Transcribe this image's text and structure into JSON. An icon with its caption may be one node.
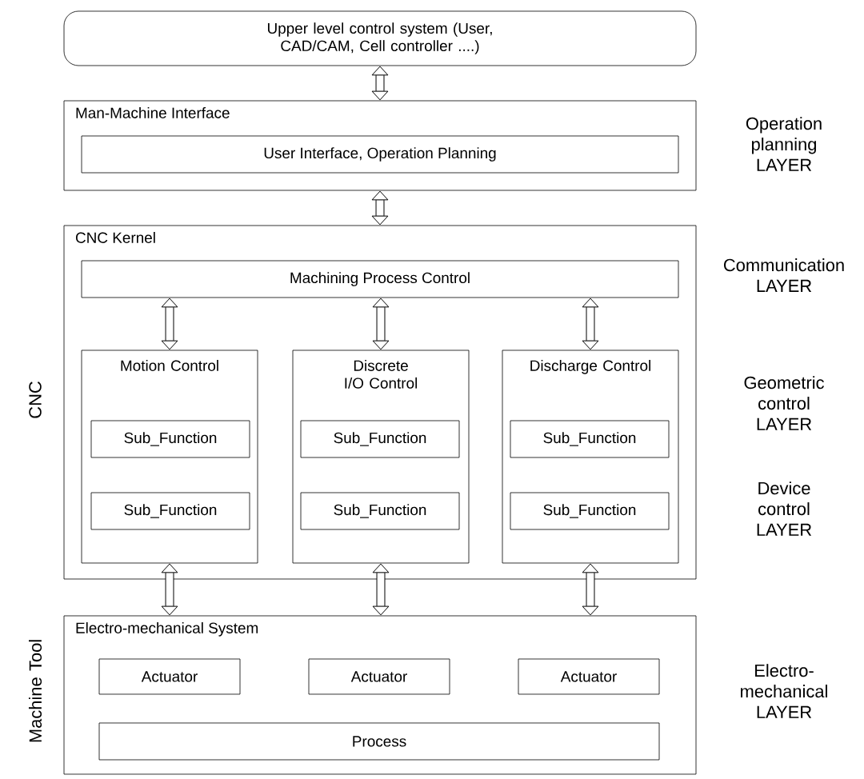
{
  "diagram": {
    "nodes": [
      {
        "text": [
          "Upper level control system (User, CAD/CAM, Cell controller ....)"
        ]
      },
      {
        "text": [
          "Man-Machine Interface"
        ]
      },
      {
        "text": [
          "User Interface, Operation Planning"
        ],
        "in": 1
      },
      {
        "text": [
          "CNC Kernel"
        ]
      },
      {
        "text": [
          "Machining Process Control"
        ],
        "in": 3
      },
      {
        "text": [
          "Motion Control"
        ],
        "in": 3
      },
      {
        "text": [
          "Sub_Function"
        ],
        "in": 5
      },
      {
        "text": [
          "Sub_Function"
        ],
        "in": 5
      },
      {
        "text": [
          "Discrete I/O Control"
        ],
        "in": 3
      },
      {
        "text": [
          "Sub_Function"
        ],
        "in": 8
      },
      {
        "text": [
          "Sub_Function"
        ],
        "in": 8
      },
      {
        "text": [
          "Discharge Control"
        ],
        "in": 3
      },
      {
        "text": [
          "Sub_Function"
        ],
        "in": 11
      },
      {
        "text": [
          "Sub_Function"
        ],
        "in": 11
      },
      {
        "text": [
          "Electro-mechanical System"
        ]
      },
      {
        "text": [
          "Actuator"
        ],
        "in": 14
      },
      {
        "text": [
          "Actuator"
        ],
        "in": 14
      },
      {
        "text": [
          "Actuator"
        ],
        "in": 14
      },
      {
        "text": [
          "Process"
        ],
        "in": 14
      }
    ],
    "edges": [
      {
        "from": 0,
        "to": 1,
        "arrow": "both"
      },
      {
        "from": 1,
        "to": 3,
        "arrow": "both"
      },
      {
        "from": 4,
        "to": 5,
        "arrow": "both"
      },
      {
        "from": 4,
        "to": 8,
        "arrow": "both"
      },
      {
        "from": 4,
        "to": 11,
        "arrow": "both"
      },
      {
        "from": 5,
        "to": 14,
        "arrow": "both"
      },
      {
        "from": 8,
        "to": 14,
        "arrow": "both"
      },
      {
        "from": 11,
        "to": 14,
        "arrow": "both"
      }
    ],
    "labels": [
      "Operation planning LAYER",
      "Communication LAYER",
      "CNC",
      "Geometric control LAYER",
      "Device control LAYER",
      "Machine Tool",
      "Electro-mechanical LAYER"
    ]
  }
}
